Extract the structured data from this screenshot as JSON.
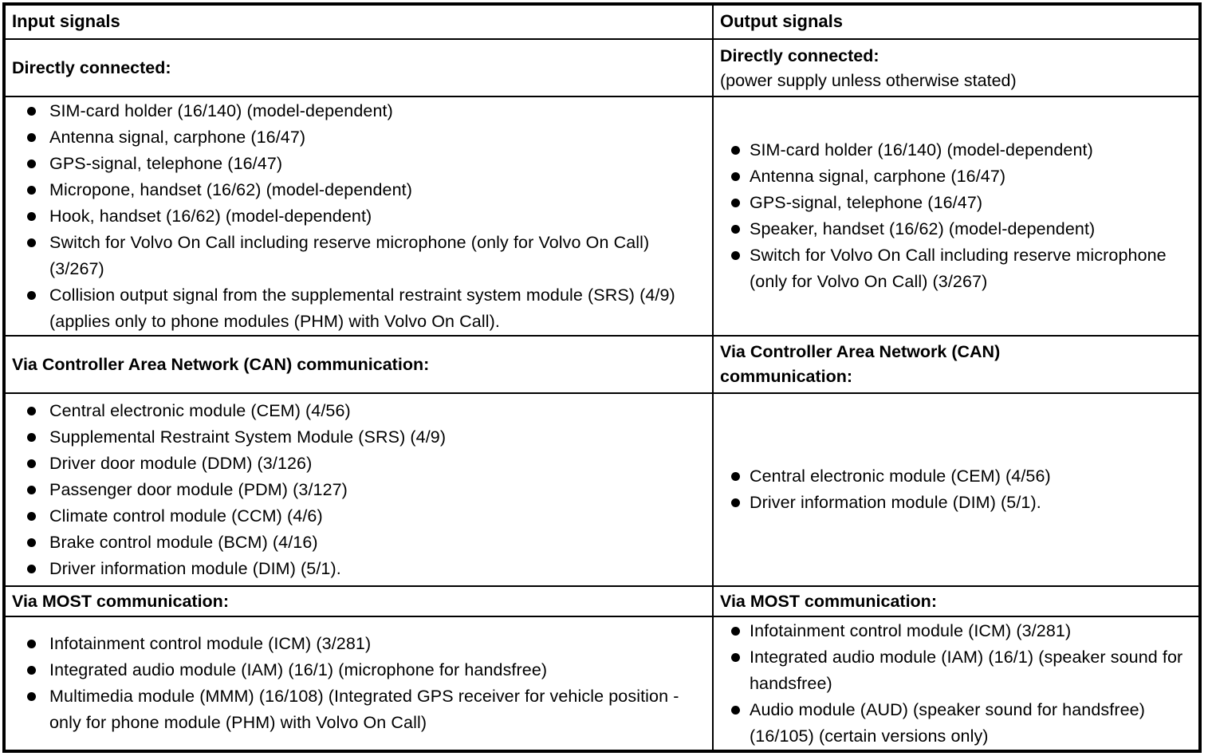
{
  "colors": {
    "border": "#000000",
    "text": "#000000",
    "background": "#ffffff"
  },
  "header": {
    "left": "Input signals",
    "right": "Output signals"
  },
  "sections": [
    {
      "left": {
        "title": "Directly connected:",
        "items": [
          "SIM-card holder (16/140) (model-dependent)",
          "Antenna signal, carphone (16/47)",
          "GPS-signal, telephone (16/47)",
          "Micropone, handset (16/62) (model-dependent)",
          "Hook, handset (16/62) (model-dependent)",
          "Switch for Volvo On Call including reserve microphone (only for Volvo On Call) (3/267)",
          "Collision output signal from the supplemental restraint system module (SRS) (4/9) (applies only to phone modules (PHM) with Volvo On Call)."
        ]
      },
      "right": {
        "title": "Directly connected:",
        "subtitle": "(power supply unless otherwise stated)",
        "items": [
          "SIM-card holder (16/140) (model-dependent)",
          "Antenna signal, carphone (16/47)",
          "GPS-signal, telephone (16/47)",
          "Speaker, handset (16/62) (model-dependent)",
          "Switch for Volvo On Call including reserve microphone (only for Volvo On Call) (3/267)"
        ]
      }
    },
    {
      "left": {
        "title": "Via Controller Area Network (CAN) communication:",
        "items": [
          "Central electronic module (CEM) (4/56)",
          "Supplemental Restraint System Module (SRS) (4/9)",
          "Driver door module (DDM) (3/126)",
          "Passenger door module (PDM) (3/127)",
          "Climate control module (CCM) (4/6)",
          "Brake control module (BCM) (4/16)",
          "Driver information module (DIM) (5/1)."
        ]
      },
      "right": {
        "title": "Via Controller Area Network (CAN)\ncommunication:",
        "items": [
          "Central electronic module (CEM) (4/56)",
          "Driver information module (DIM) (5/1)."
        ]
      }
    },
    {
      "left": {
        "title": "Via MOST communication:",
        "items": [
          "Infotainment control module (ICM) (3/281)",
          "Integrated audio module (IAM) (16/1) (microphone for handsfree)",
          "Multimedia module (MMM) (16/108) (Integrated GPS receiver for vehicle position - only for phone module (PHM) with Volvo On Call)"
        ]
      },
      "right": {
        "title": "Via MOST communication:",
        "items": [
          "Infotainment control module (ICM) (3/281)",
          "Integrated audio module (IAM) (16/1) (speaker sound for handsfree)",
          "Audio module (AUD) (speaker sound for handsfree) (16/105) (certain versions only)"
        ]
      }
    }
  ]
}
